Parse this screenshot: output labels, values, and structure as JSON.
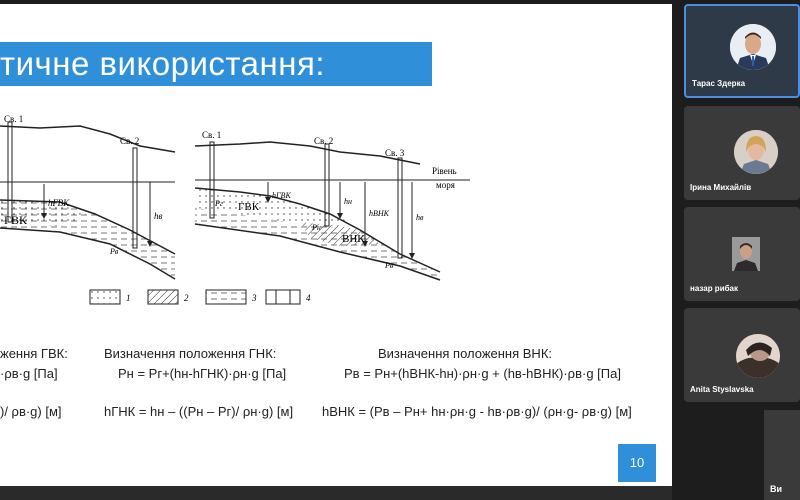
{
  "slide": {
    "title": "тичне використання:",
    "page_number": "10",
    "diagram": {
      "well_labels_left": [
        "Св. 1",
        "Св. 2"
      ],
      "well_labels_right": [
        "Св. 1",
        "Св. 2",
        "Св. 3"
      ],
      "zone_gvk": "ГВК",
      "zone_vnk": "ВНК",
      "sea_level_line1": "Рівень",
      "sea_level_line2": "моря",
      "legend": [
        "1",
        "2",
        "3",
        "4"
      ]
    },
    "formulas": {
      "col1_head": "ження ГВК:",
      "col1_line1": "·ρв·g [Па]",
      "col1_line2": ")/ ρв·g) [м]",
      "col2_head": "Визначення положення ГНК:",
      "col2_line1": "Pн = Pг+(hн-hГНК)·ρн·g [Па]",
      "col2_line2": "hГНК = hн – ((Pн – Pг)/ ρн·g) [м]",
      "col3_head": "Визначення положення ВНК:",
      "col3_line1": "Pв = Pн+(hВНК-hн)·ρн·g + (hв-hВНК)·ρв·g [Па]",
      "col3_line2": "hВНК = (Pв – Pн+ hн·ρн·g - hв·ρв·g)/ (ρн·g- ρв·g) [м]"
    }
  },
  "participants": [
    {
      "name": "Тарас Здерка"
    },
    {
      "name": "Ірина Михайлів"
    },
    {
      "name": "назар рибак"
    },
    {
      "name": "Anita Styslavska"
    },
    {
      "name": "Ви"
    }
  ]
}
